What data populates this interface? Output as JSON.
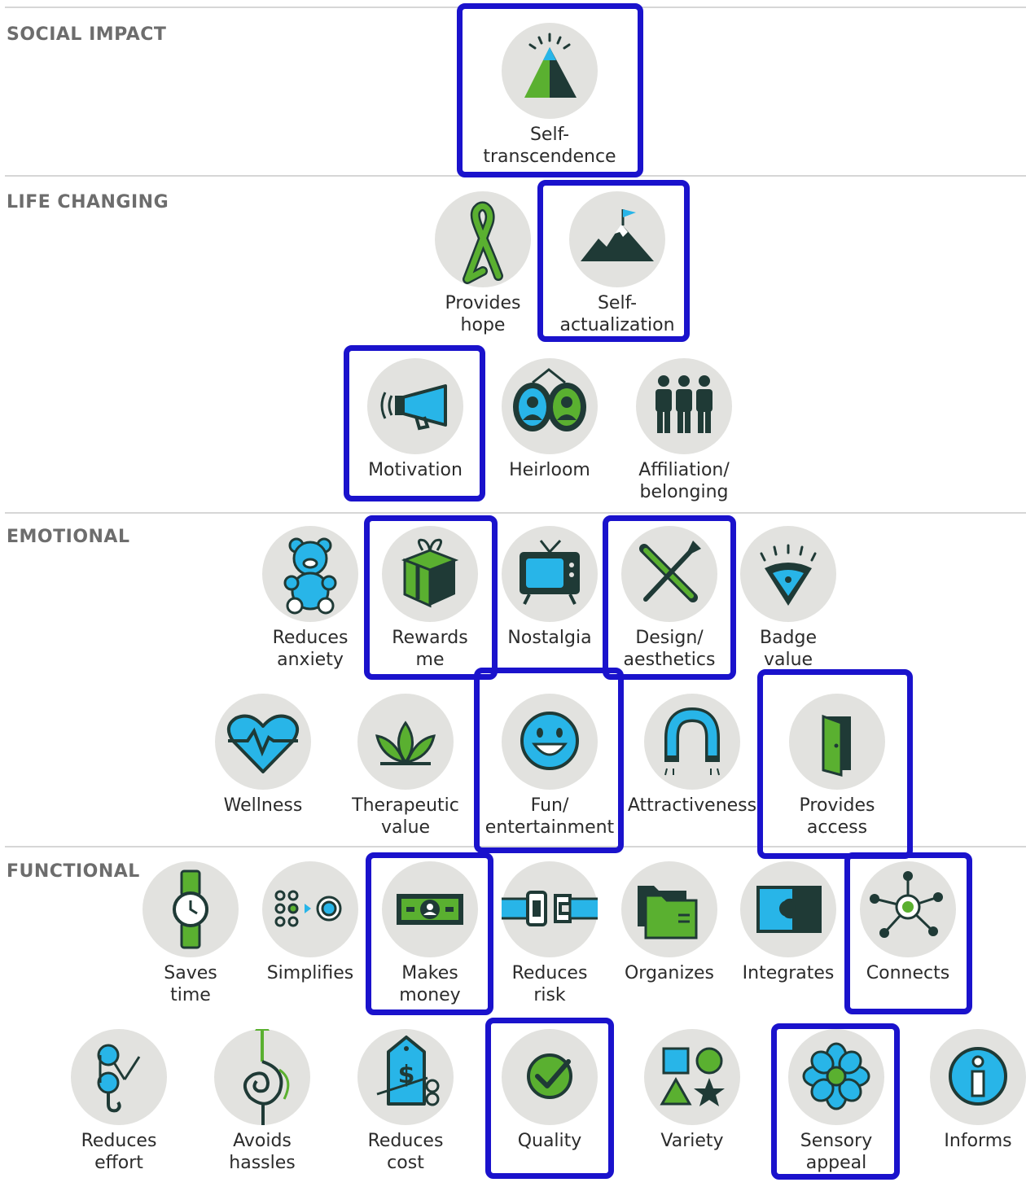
{
  "sections": [
    {
      "label": "SOCIAL IMPACT"
    },
    {
      "label": "LIFE CHANGING"
    },
    {
      "label": "EMOTIONAL"
    },
    {
      "label": "FUNCTIONAL"
    }
  ],
  "colors": {
    "highlight": "#1a12cc",
    "circle": "#e2e2df",
    "green": "#5ab030",
    "blue": "#28b5e8",
    "dark": "#1f3a36"
  },
  "items": [
    {
      "label": "Self-\ntranscendence",
      "icon": "pyramid-icon",
      "highlighted": true
    },
    {
      "label": "Provides\nhope",
      "icon": "ribbon-icon",
      "highlighted": false
    },
    {
      "label": "Self-\nactualization",
      "icon": "mountain-flag-icon",
      "highlighted": true
    },
    {
      "label": "Motivation",
      "icon": "megaphone-icon",
      "highlighted": true
    },
    {
      "label": "Heirloom",
      "icon": "lockets-icon",
      "highlighted": false
    },
    {
      "label": "Affiliation/\nbelonging",
      "icon": "group-icon",
      "highlighted": false
    },
    {
      "label": "Reduces\nanxiety",
      "icon": "teddy-bear-icon",
      "highlighted": false
    },
    {
      "label": "Rewards\nme",
      "icon": "gift-icon",
      "highlighted": true
    },
    {
      "label": "Nostalgia",
      "icon": "tv-icon",
      "highlighted": false
    },
    {
      "label": "Design/\naesthetics",
      "icon": "pencil-brush-icon",
      "highlighted": true
    },
    {
      "label": "Badge\nvalue",
      "icon": "badge-icon",
      "highlighted": false
    },
    {
      "label": "Wellness",
      "icon": "heart-pulse-icon",
      "highlighted": false
    },
    {
      "label": "Therapeutic\nvalue",
      "icon": "lotus-icon",
      "highlighted": false
    },
    {
      "label": "Fun/\nentertainment",
      "icon": "smiley-icon",
      "highlighted": true
    },
    {
      "label": "Attractiveness",
      "icon": "magnet-icon",
      "highlighted": false
    },
    {
      "label": "Provides\naccess",
      "icon": "door-icon",
      "highlighted": true
    },
    {
      "label": "Saves\ntime",
      "icon": "watch-icon",
      "highlighted": false
    },
    {
      "label": "Simplifies",
      "icon": "dots-target-icon",
      "highlighted": false
    },
    {
      "label": "Makes\nmoney",
      "icon": "banknote-icon",
      "highlighted": true
    },
    {
      "label": "Reduces\nrisk",
      "icon": "seatbelt-icon",
      "highlighted": false
    },
    {
      "label": "Organizes",
      "icon": "folders-icon",
      "highlighted": false
    },
    {
      "label": "Integrates",
      "icon": "puzzle-icon",
      "highlighted": false
    },
    {
      "label": "Connects",
      "icon": "network-icon",
      "highlighted": true
    },
    {
      "label": "Reduces\neffort",
      "icon": "pulley-hook-icon",
      "highlighted": false
    },
    {
      "label": "Avoids\nhassles",
      "icon": "tangle-arrow-icon",
      "highlighted": false
    },
    {
      "label": "Reduces\ncost",
      "icon": "price-tag-scissors-icon",
      "highlighted": false
    },
    {
      "label": "Quality",
      "icon": "checkmark-icon",
      "highlighted": true
    },
    {
      "label": "Variety",
      "icon": "shapes-icon",
      "highlighted": false
    },
    {
      "label": "Sensory\nappeal",
      "icon": "flower-icon",
      "highlighted": true
    },
    {
      "label": "Informs",
      "icon": "info-icon",
      "highlighted": false
    }
  ]
}
